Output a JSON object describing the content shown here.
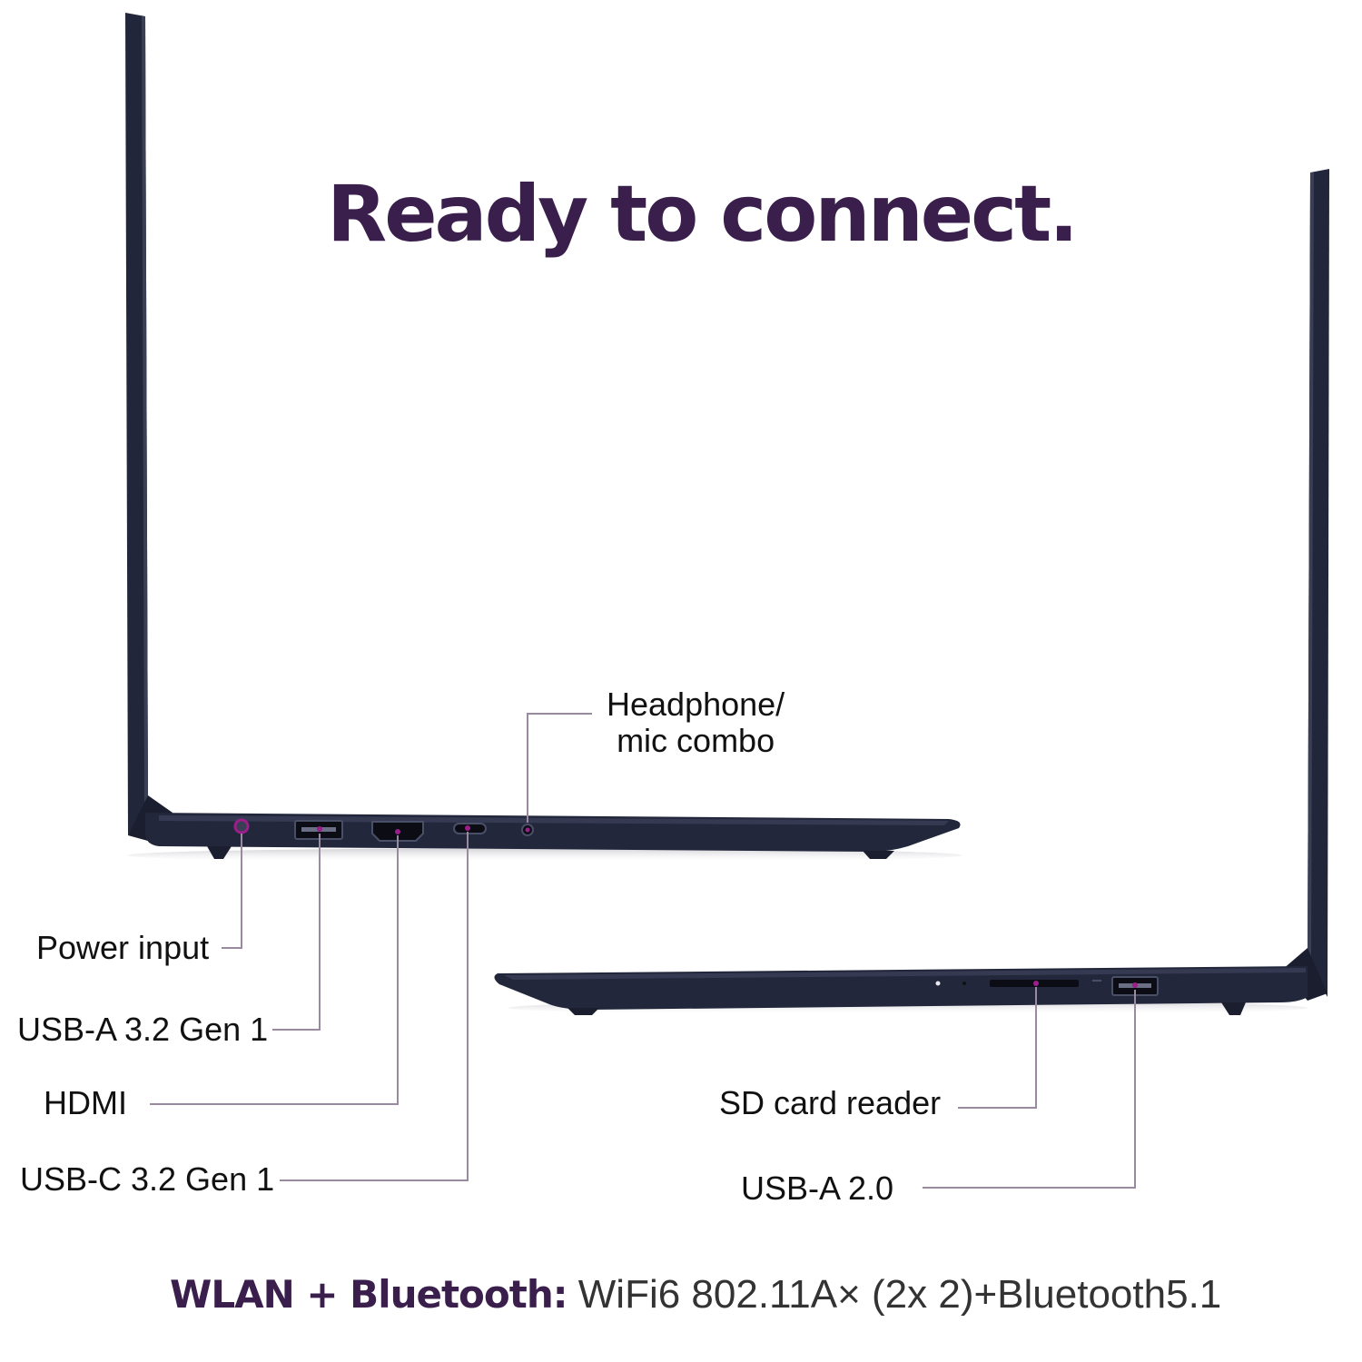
{
  "headline": "Ready to connect.",
  "ports_left": {
    "headphone_line1": "Headphone/",
    "headphone_line2": "mic combo",
    "power": "Power input",
    "usb_a_32": "USB-A 3.2 Gen 1",
    "hdmi": "HDMI",
    "usb_c_32": "USB-C 3.2 Gen 1"
  },
  "ports_right": {
    "sd": "SD card reader",
    "usb_a_20": "USB-A 2.0"
  },
  "footer": {
    "key": "WLAN + Bluetooth:",
    "value": " WiFi6 802.11A× (2x 2)+Bluetooth5.1"
  },
  "colors": {
    "accent": "#3a1f4d",
    "laptop_body": "#22263a",
    "port_highlight": "#9b1e8a",
    "leader_line": "#9a8aa0"
  }
}
